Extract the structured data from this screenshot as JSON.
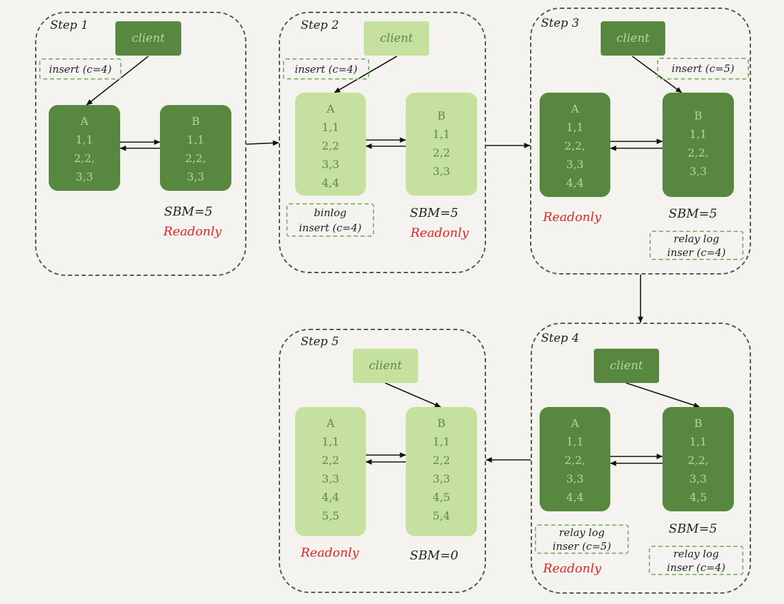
{
  "client_label": "client",
  "steps": [
    {
      "label": "Step 1",
      "insert": "insert (c=4)",
      "a_title": "A",
      "a_rows": [
        "1,1",
        "2,2,",
        "3,3"
      ],
      "b_title": "B",
      "b_rows": [
        "1,1",
        "2,2,",
        "3,3"
      ],
      "sbm": "SBM=5",
      "readonly": "Readonly"
    },
    {
      "label": "Step 2",
      "insert": "insert (c=4)",
      "a_title": "A",
      "a_rows": [
        "1,1",
        "2,2",
        "3,3",
        "4,4"
      ],
      "b_title": "B",
      "b_rows": [
        "1,1",
        "2,2",
        "3,3"
      ],
      "binlog_1": "binlog",
      "binlog_2": "insert (c=4)",
      "sbm": "SBM=5",
      "readonly": "Readonly"
    },
    {
      "label": "Step 3",
      "insert": "insert (c=5)",
      "a_title": "A",
      "a_rows": [
        "1,1",
        "2,2,",
        "3,3",
        "4,4"
      ],
      "b_title": "B",
      "b_rows": [
        "1,1",
        "2,2,",
        "3,3"
      ],
      "readonly": "Readonly",
      "sbm": "SBM=5",
      "relay_1": "relay log",
      "relay_2": "inser (c=4)"
    },
    {
      "label": "Step 4",
      "a_title": "A",
      "a_rows": [
        "1,1",
        "2,2,",
        "3,3",
        "4,4"
      ],
      "b_title": "B",
      "b_rows": [
        "1,1",
        "2,2,",
        "3,3",
        "4,5"
      ],
      "relay_a_1": "relay log",
      "relay_a_2": "inser (c=5)",
      "readonly": "Readonly",
      "sbm": "SBM=5",
      "relay_b_1": "relay log",
      "relay_b_2": "inser (c=4)"
    },
    {
      "label": "Step 5",
      "a_title": "A",
      "a_rows": [
        "1,1",
        "2,2",
        "3,3",
        "4,4",
        "5,5"
      ],
      "b_title": "B",
      "b_rows": [
        "1,1",
        "2,2",
        "3,3",
        "4,5",
        "5,4"
      ],
      "readonly": "Readonly",
      "sbm": "SBM=0"
    }
  ],
  "colors": {
    "dark_green": "#58873f",
    "light_green": "#c6e19f",
    "readonly_red": "#e52323",
    "dash_green": "#8aba77",
    "background": "#f4f3ef"
  }
}
